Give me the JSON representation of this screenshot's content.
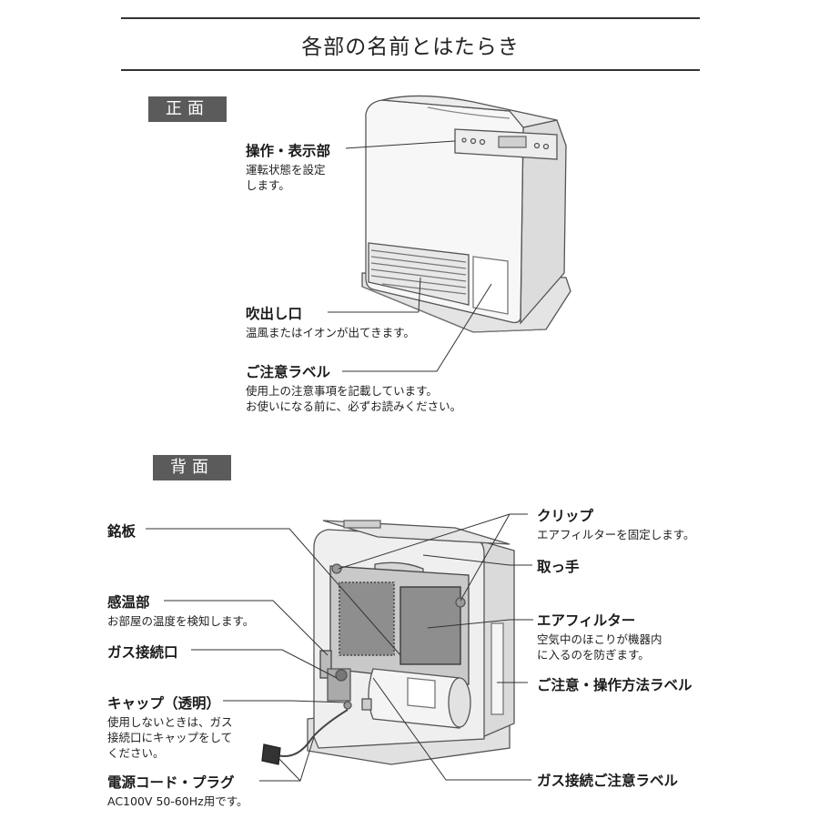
{
  "header": {
    "title": "各部の名前とはたらき"
  },
  "front": {
    "tag": "正面",
    "callouts": [
      {
        "title": "操作・表示部",
        "desc": [
          "運転状態を設定",
          "します。"
        ]
      },
      {
        "title": "吹出し口",
        "desc": [
          "温風またはイオンが出てきます。"
        ]
      },
      {
        "title": "ご注意ラベル",
        "desc": [
          "使用上の注意事項を記載しています。",
          "お使いになる前に、必ずお読みください。"
        ]
      }
    ]
  },
  "back": {
    "tag": "背面",
    "callouts": [
      {
        "title": "銘板",
        "desc": []
      },
      {
        "title": "感温部",
        "desc": [
          "お部屋の温度を検知します。"
        ]
      },
      {
        "title": "ガス接続口",
        "desc": []
      },
      {
        "title": "キャップ（透明）",
        "desc": [
          "使用しないときは、ガス",
          "接続口にキャップをして",
          "ください。"
        ]
      },
      {
        "title": "電源コード・プラグ",
        "desc": [
          "AC100V 50-60Hz用です。"
        ]
      },
      {
        "title": "クリップ",
        "desc": [
          "エアフィルターを固定します。"
        ]
      },
      {
        "title": "取っ手",
        "desc": []
      },
      {
        "title": "エアフィルター",
        "desc": [
          "空気中のほこりが機器内",
          "に入るのを防ぎます。"
        ]
      },
      {
        "title": "ご注意・操作方法ラベル",
        "desc": []
      },
      {
        "title": "ガス接続ご注意ラベル",
        "desc": []
      }
    ]
  }
}
